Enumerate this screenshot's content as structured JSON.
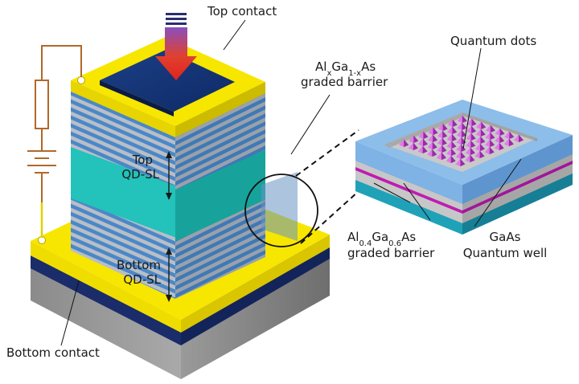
{
  "labels": {
    "top_contact": "Top contact",
    "barrier_al": "Al",
    "barrier_x": "x",
    "barrier_ga": "Ga",
    "barrier_1x": "1-x",
    "barrier_as": "As",
    "barrier_graded": "graded barrier",
    "top_qdsl_1": "Top",
    "top_qdsl_2": "QD-SL",
    "bottom_qdsl_1": "Bottom",
    "bottom_qdsl_2": "QD-SL",
    "bottom_contact": "Bottom contact",
    "quantum_dots": "Quantum dots",
    "al04_al": "Al",
    "al04_sub1": "0.4",
    "al04_ga": "Ga",
    "al04_sub2": "0.6",
    "al04_as": "As",
    "al04_graded": "graded barrier",
    "gaas_1": "GaAs",
    "gaas_2": "Quantum well"
  },
  "colors": {
    "contact_yellow": "#f7e600",
    "contact_dark": "#14245e",
    "layer_blue": "#4a88c8",
    "layer_grey": "#b9bec7",
    "qd_teal": "#1fbfb8",
    "substrate_grey": "#8c8c8c",
    "incident_arrow": "#d7261e",
    "circuit_wire": "#b0682a",
    "dots_magenta": "#b040c0",
    "inset_blue": "#7fb2e5"
  },
  "icons": [
    "incident-light-arrow",
    "resistor",
    "battery",
    "callout-circle",
    "quantum-dot-inset"
  ]
}
